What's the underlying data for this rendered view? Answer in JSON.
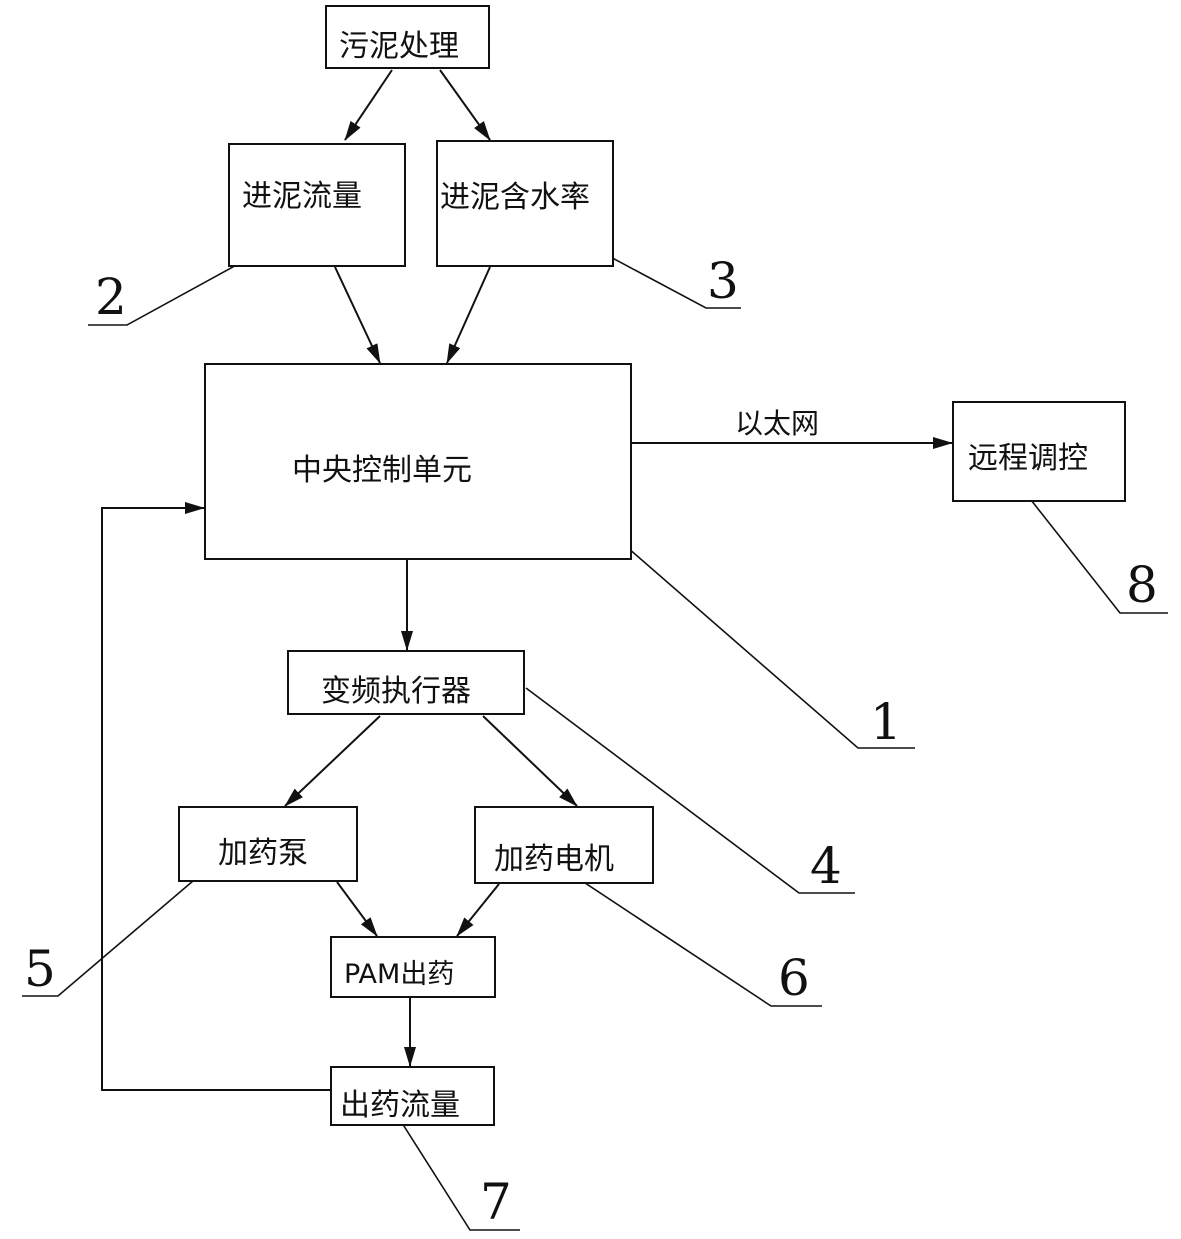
{
  "diagram": {
    "nodes": {
      "sludge_treatment": "污泥处理",
      "sludge_inflow": "进泥流量",
      "sludge_moisture": "进泥含水率",
      "central_control": "中央控制单元",
      "remote_control": "远程调控",
      "vfd_actuator": "变频执行器",
      "dosing_pump": "加药泵",
      "dosing_motor": "加药电机",
      "pam_output": "PAM出药",
      "dosing_flow": "出药流量"
    },
    "edge_labels": {
      "ethernet": "以太网"
    },
    "callouts": {
      "c1": "1",
      "c2": "2",
      "c3": "3",
      "c4": "4",
      "c5": "5",
      "c6": "6",
      "c7": "7",
      "c8": "8"
    }
  }
}
